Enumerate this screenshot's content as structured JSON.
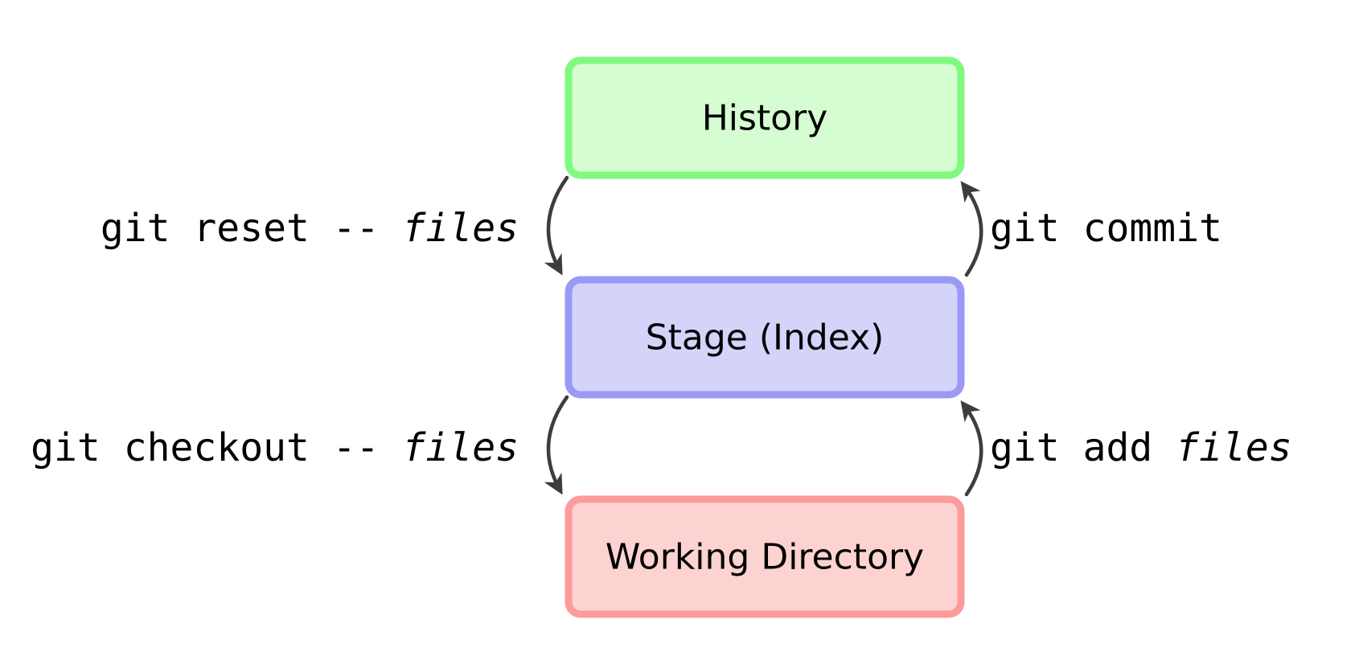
{
  "diagram": {
    "boxes": [
      {
        "id": "history",
        "label": "History",
        "fill": "#d6fcd1",
        "border": "#80f97f"
      },
      {
        "id": "stage",
        "label": "Stage (Index)",
        "fill": "#d4d4fb",
        "border": "#9a9af5"
      },
      {
        "id": "working-directory",
        "label": "Working Directory",
        "fill": "#fdd3d1",
        "border": "#fb9c9b"
      }
    ],
    "edges": [
      {
        "id": "git-reset",
        "label": "git reset -- ",
        "emphasis": "files",
        "from": "History",
        "to": "Stage (Index)"
      },
      {
        "id": "git-commit",
        "label": "git commit",
        "emphasis": "",
        "from": "Stage (Index)",
        "to": "History"
      },
      {
        "id": "git-checkout",
        "label": "git checkout -- ",
        "emphasis": "files",
        "from": "Stage (Index)",
        "to": "Working Directory"
      },
      {
        "id": "git-add",
        "label": "git add ",
        "emphasis": "files",
        "from": "Working Directory",
        "to": "Stage (Index)"
      }
    ],
    "colors": {
      "arrow": "#3d3d3d",
      "text": "#000000"
    }
  }
}
